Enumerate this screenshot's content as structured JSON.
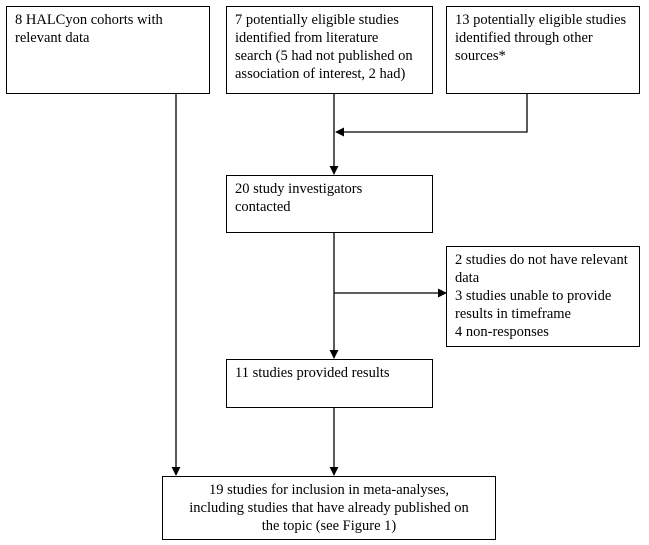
{
  "boxes": {
    "halcyon": {
      "lines": [
        "8 HALCyon cohorts with",
        "relevant data"
      ]
    },
    "literature": {
      "lines": [
        "7 potentially eligible studies",
        "identified from literature",
        "search (5 had not published on",
        "association of interest, 2 had)"
      ]
    },
    "other_sources": {
      "lines": [
        "13 potentially eligible studies",
        "identified through other",
        "sources*"
      ]
    },
    "contacted": {
      "lines": [
        "20 study investigators",
        "contacted"
      ]
    },
    "excluded": {
      "lines": [
        "2 studies do not have relevant",
        "data",
        "3 studies unable to provide",
        "results in timeframe",
        "4 non-responses"
      ]
    },
    "provided": {
      "lines": [
        "11 studies provided results"
      ]
    },
    "inclusion": {
      "lines": [
        "19 studies for inclusion in meta-analyses,",
        "including studies that have already published on",
        "the topic (see Figure 1)"
      ]
    }
  }
}
